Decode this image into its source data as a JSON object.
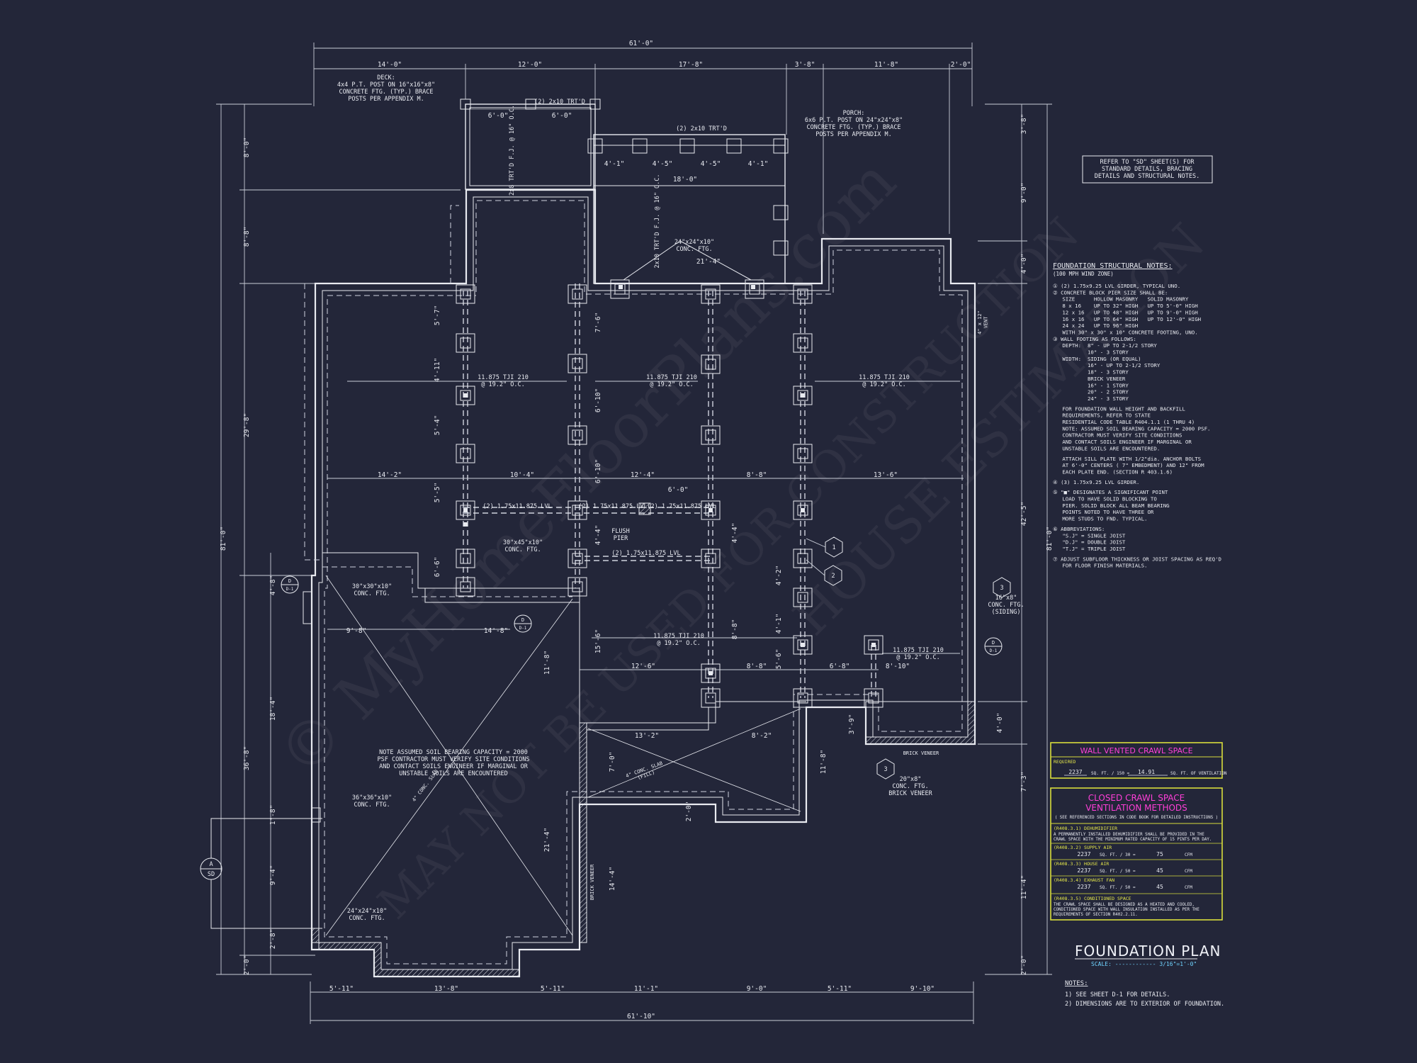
{
  "watermark": {
    "line1": "© MyHomeFloorPlans.com",
    "line2": "MAY NOT BE USED FOR CONSTRUCTION",
    "line3": "HOUSE ESTIMATION"
  },
  "dimensions": {
    "top_overall": "61'-0\"",
    "top_segments": [
      "14'-0\"",
      "12'-0\"",
      "17'-8\"",
      "3'-8\"",
      "11'-8\"",
      "2'-0\""
    ],
    "bottom_segments": [
      "5'-11\"",
      "13'-8\"",
      "5'-11\"",
      "11'-1\"",
      "9'-0\"",
      "5'-11\"",
      "9'-10\""
    ],
    "bottom_overall": "61'-10\"",
    "left_overall": "81'-0\"",
    "left_segments": [
      "8'-0\"",
      "8'-8\"",
      "29'-8\"",
      "36'-8\"",
      "2'-0\""
    ],
    "left_inner": [
      "4'-8\"",
      "18'-4\"",
      "1'-8\"",
      "9'-4\"",
      "2'-8\""
    ],
    "right_overall": "81'-0\"",
    "right_segments": [
      "3'-8\"",
      "9'-0\"",
      "4'-0\"",
      "42'-5\"",
      "4'-0\"",
      "7'-3\"",
      "11'-4\"",
      "2'-0\""
    ],
    "interior": {
      "span_14_2": "14'-2\"",
      "span_10_4": "10'-4\"",
      "span_12_4": "12'-4\"",
      "span_8_8": "8'-8\"",
      "span_13_6": "13'-6\"",
      "span_6_0": "6'-0\"",
      "span_9_8": "9'-8\"",
      "span_14_8": "14'-8\"",
      "span_12_6": "12'-6\"",
      "span_8_8b": "8'-8\"",
      "span_6_8": "6'-8\"",
      "span_8_10": "8'-10\"",
      "span_13_2": "13'-2\"",
      "span_8_2": "8'-2\"",
      "span_18_0": "18'-0\"",
      "span_21_4": "21'-4\"",
      "porch_4_1": "4'-1\"",
      "porch_4_5": "4'-5\"",
      "porch_4_5b": "4'-5\"",
      "porch_4_1b": "4'-1\"",
      "deck_6_0": "6'-0\"",
      "deck_6_0b": "6'-0\"",
      "v_7_6": "7'-6\"",
      "v_6_10": "6'-10\"",
      "v_6_10b": "6'-10\"",
      "v_4_4": "4'-4\"",
      "v_15_6": "15'-6\"",
      "v_5_7": "5'-7\"",
      "v_4_11": "4'-11\"",
      "v_5_4": "5'-4\"",
      "v_5_5": "5'-5\"",
      "v_6_6": "6'-6\"",
      "v_8_8": "8'-8\"",
      "v_4_4b": "4'-4\"",
      "v_11_8": "11'-8\"",
      "v_21_4b": "21'-4\"",
      "v_14_4": "14'-4\"",
      "v_7_0": "7'-0\"",
      "v_2_0": "2'-0\"",
      "v_11_8b": "11'-8\"",
      "v_3_9": "3'-9\"",
      "v_5_6": "5'-6\"",
      "v_4_2": "4'-2\"",
      "v_4_1": "4'-1\""
    }
  },
  "callouts": {
    "deck": "DECK:\n4x4 P.T. POST ON 16\"x16\"x8\"\nCONCRETE FTG. (TYP.) BRACE\nPOSTS PER APPENDIX M.",
    "deck_girder": "(2) 2x10 TRT'D",
    "deck_joist": "2x8 TRT'D F.J. @ 16\" O.C.",
    "porch": "PORCH:\n6x6 P.T. POST ON 24\"x24\"x8\"\nCONCRETE FTG. (TYP.) BRACE\nPOSTS PER APPENDIX M.",
    "porch_girder": "(2) 2x10 TRT'D",
    "porch_joist": "2x10 TRT'D F.J. @ 16\" O.C.",
    "porch_ftg": "24\"x24\"x10\"\nCONC. FTG.",
    "tji_1": "11.875 TJI 210\n@ 19.2\" O.C.",
    "tji_2": "11.875 TJI 210\n@ 19.2\" O.C.",
    "tji_3": "11.875 TJI 210\n@ 19.2\" O.C.",
    "tji_4": "11.875 TJI 210\n@ 19.2\" O.C.",
    "tji_5": "11.875 TJI 210\n@ 19.2\" O.C.",
    "lvl_1": "(2) 1.75x11.875 LVL",
    "lvl_2": "(2) 1.75x11.875 LVL",
    "lvl_3": "(2) 1.75x11.875 LVL",
    "lvl_4": "(2) 1.75x11.875 LVL",
    "flush_pier": "FLUSH\nPIER",
    "ftg_30x45": "30\"x45\"x10\"\nCONC. FTG.",
    "ftg_30x30": "30\"x30\"x10\"\nCONC. FTG.",
    "ftg_36x36": "36\"x36\"x10\"\nCONC. FTG.",
    "ftg_24x24": "24\"x24\"x10\"\nCONC. FTG.",
    "ftg_16x8": "16\"x8\"\nCONC. FTG.\n(SIDING)",
    "ftg_20x8": "20\"x8\"\nCONC. FTG.\nBRICK VENEER",
    "brick_veneer_1": "BRICK VENEER",
    "brick_veneer_2": "BRICK VENEER",
    "slab_1": "4\" CONC. SLAB",
    "slab_2": "4\" CONC. SLAB\n(FILL)",
    "soil_note": "NOTE ASSUMED SOIL BEARING CAPACITY = 2000\nPSF CONTRACTOR MUST VERIFY SITE CONDITIONS\nAND CONTACT SOILS ENGINEER IF MARGINAL OR\nUNSTABLE SOILS ARE ENCOUNTERED",
    "ref_sd": "REFER TO \"SD\" SHEET(S) FOR\nSTANDARD DETAILS, BRACING\nDETAILS AND STRUCTURAL NOTES.",
    "dryer_vent": "4\" x 12\"\nVENT",
    "tags": [
      "1",
      "2",
      "3",
      "3",
      "D",
      "D",
      "D",
      "A"
    ],
    "tag_subs": [
      "D-1",
      "D-1",
      "D-1",
      "SD"
    ]
  },
  "notes_panel": {
    "heading": "FOUNDATION STRUCTURAL NOTES:",
    "subheading": "(100 MPH WIND ZONE)",
    "lines": [
      "① (2) 1.75x9.25 LVL GIRDER, TYPICAL UNO.",
      "② CONCRETE BLOCK PIER SIZE SHALL BE:",
      "   SIZE      HOLLOW MASONRY   SOLID MASONRY",
      "   8 x 16    UP TO 32\" HIGH   UP TO 5'-0\" HIGH",
      "   12 x 16   UP TO 48\" HIGH   UP TO 9'-0\" HIGH",
      "   16 x 16   UP TO 64\" HIGH   UP TO 12'-0\" HIGH",
      "   24 x 24   UP TO 96\" HIGH",
      "   WITH 30\" x 30\" x 10\" CONCRETE FOOTING, UNO.",
      "③ WALL FOOTING AS FOLLOWS:",
      "   DEPTH:  8\" - UP TO 2-1/2 STORY",
      "           10\" - 3 STORY",
      "   WIDTH:  SIDING (OR EQUAL)",
      "           16\" - UP TO 2-1/2 STORY",
      "           18\" - 3 STORY",
      "           BRICK VENEER",
      "           16\" - 1 STORY",
      "           20\" - 2 STORY",
      "           24\" - 3 STORY",
      "",
      "   FOR FOUNDATION WALL HEIGHT AND BACKFILL",
      "   REQUIREMENTS, REFER TO STATE",
      "   RESIDENTIAL CODE TABLE R404.1.1 (1 THRU 4)",
      "   NOTE: ASSUMED SOIL BEARING CAPACITY = 2000 PSF.",
      "   CONTRACTOR MUST VERIFY SITE CONDITIONS",
      "   AND CONTACT SOILS ENGINEER IF MARGINAL OR",
      "   UNSTABLE SOILS ARE ENCOUNTERED.",
      "",
      "   ATTACH SILL PLATE WITH 1/2\"dia. ANCHOR BOLTS",
      "   AT 6'-0\" CENTERS ( 7\" EMBEDMENT) AND 12\" FROM",
      "   EACH PLATE END. (SECTION R 403.1.6)",
      "",
      "④ (3) 1.75x9.25 LVL GIRDER.",
      "",
      "⑤ \"■\" DESIGNATES A SIGNIFICANT POINT",
      "   LOAD TO HAVE SOLID BLOCKING TO",
      "   PIER. SOLID BLOCK ALL BEAM BEARING",
      "   POINTS NOTED TO HAVE THREE OR",
      "   MORE STUDS TO FND. TYPICAL.",
      "",
      "⑥ ABBREVIATIONS:",
      "   \"S.J\" = SINGLE JOIST",
      "   \"D.J\" = DOUBLE JOIST",
      "   \"T.J\" = TRIPLE JOIST",
      "",
      "⑦ ADJUST SUBFLOOR THICKNESS OR JOIST SPACING AS REQ'D",
      "   FOR FLOOR FINISH MATERIALS."
    ]
  },
  "vent_box": {
    "title": "WALL VENTED CRAWL SPACE",
    "required": "REQUIRED",
    "sqft": "2237",
    "sqft_label": "SQ. FT. / 150 =",
    "result": "14.91",
    "result_label": "SQ. FT. OF VENTILATION"
  },
  "closed_box": {
    "title1": "CLOSED CRAWL SPACE",
    "title2": "VENTILATION METHODS",
    "subtitle": "( SEE REFERENCED SECTIONS IN CODE BOOK FOR DETAILED INSTRUCTIONS )",
    "m1_head": "(R408.3.1) DEHUMIDIFIER",
    "m1_text1": "A PERMANENTLY INSTALLED DEHUMIDIFIER SHALL BE PROVIDED IN THE",
    "m1_text2": "CRAWL SPACE WITH THE MINIMUM RATED CAPACITY OF 15 PINTS PER DAY.",
    "m2_head": "(R408.3.2) SUPPLY AIR",
    "m2_sqft": "2237",
    "m2_label": "SQ. FT. / 30 =",
    "m2_val": "75",
    "m2_unit": "CFM",
    "m3_head": "(R408.3.3) HOUSE AIR",
    "m3_sqft": "2237",
    "m3_label": "SQ. FT. / 50 =",
    "m3_val": "45",
    "m3_unit": "CFM",
    "m4_head": "(R408.3.4) EXHAUST FAN",
    "m4_sqft": "2237",
    "m4_label": "SQ. FT. / 50 =",
    "m4_val": "45",
    "m4_unit": "CFM",
    "m5_head": "(R408.3.5) CONDITIONED SPACE",
    "m5_text1": "THE CRAWL SPACE SHALL BE DESIGNED AS A HEATED AND COOLED,",
    "m5_text2": "CONDITIONED SPACE WITH WALL INSULATION INSTALLED AS PER THE",
    "m5_text3": "REQUIREMENTS OF SECTION R402.2.11."
  },
  "title_block": {
    "title": "FOUNDATION PLAN",
    "scale": "SCALE: ------------ 3/16\"=1'-0\"",
    "notes_head": "NOTES:",
    "note1": "1)  SEE SHEET D-1 FOR DETAILS.",
    "note2": "2)  DIMENSIONS ARE TO EXTERIOR OF FOUNDATION."
  },
  "colors": {
    "background": "#232639",
    "linework": "#e8eaf0",
    "highlight_magenta": "#ff3fd8",
    "frame_yellow": "#d8dc3c",
    "scale_cyan": "#6fd3ff"
  }
}
